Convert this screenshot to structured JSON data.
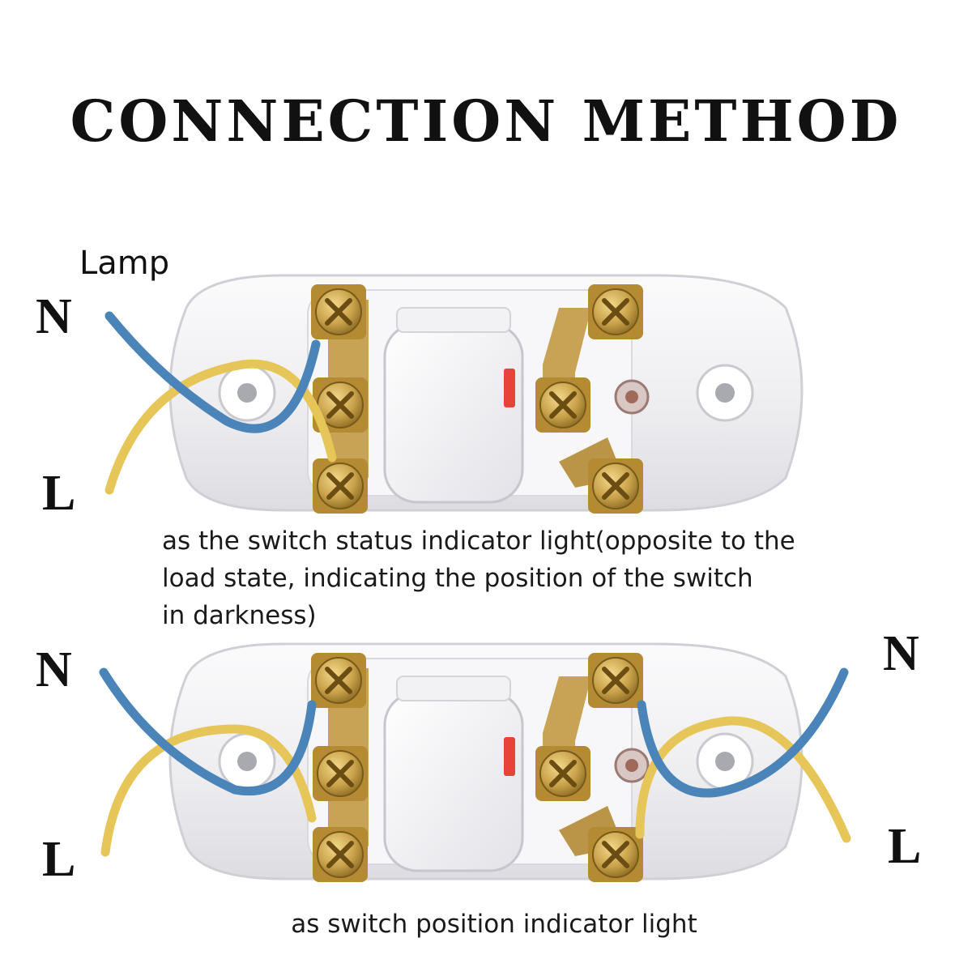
{
  "title": "CONNECTION METHOD",
  "top_diagram": {
    "lamp_label": "Lamp",
    "n_label": "N",
    "l_label": "L",
    "caption_lines": [
      "as the switch status indicator light(opposite to the",
      "load state, indicating the position of the switch",
      "in darkness)"
    ]
  },
  "bottom_diagram": {
    "left_n_label": "N",
    "left_l_label": "L",
    "right_n_label": "N",
    "right_l_label": "L",
    "caption": "as switch position indicator light"
  },
  "colors": {
    "neutral_wire": "#4a84b8",
    "live_wire": "#e6c659",
    "housing": "#f4f4f6",
    "brass": "#c9a24a",
    "indicator": "#e8433a"
  }
}
